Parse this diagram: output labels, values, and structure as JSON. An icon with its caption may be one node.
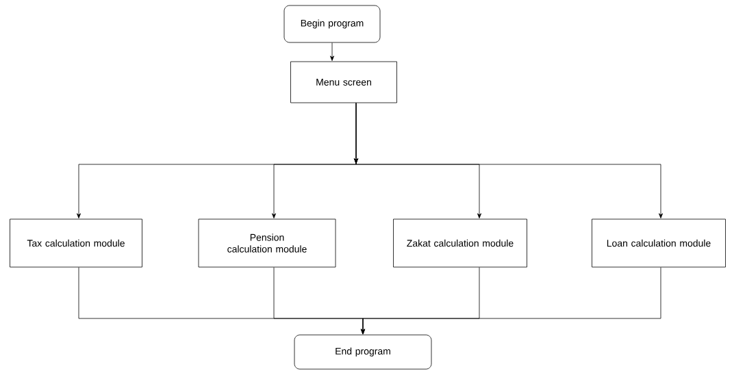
{
  "diagram": {
    "nodes": [
      {
        "text": [
          "Begin program"
        ]
      },
      {
        "text": [
          "Menu screen"
        ]
      },
      {
        "text": [
          "Tax calculation module"
        ]
      },
      {
        "text": [
          "Pension calculation module"
        ]
      },
      {
        "text": [
          "Zakat calculation module"
        ]
      },
      {
        "text": [
          "Loan calculation module"
        ]
      },
      {
        "text": [
          "End program"
        ]
      }
    ],
    "edges": [
      {
        "from": 0,
        "to": 1,
        "arrow": "to"
      },
      {
        "from": 1,
        "to": 2,
        "arrow": "to"
      },
      {
        "from": 1,
        "to": 3,
        "arrow": "to"
      },
      {
        "from": 1,
        "to": 4,
        "arrow": "to"
      },
      {
        "from": 1,
        "to": 5,
        "arrow": "to"
      },
      {
        "from": 2,
        "to": 6,
        "arrow": "to"
      },
      {
        "from": 3,
        "to": 6,
        "arrow": "to"
      },
      {
        "from": 4,
        "to": 6,
        "arrow": "to"
      },
      {
        "from": 5,
        "to": 6,
        "arrow": "to"
      }
    ]
  }
}
